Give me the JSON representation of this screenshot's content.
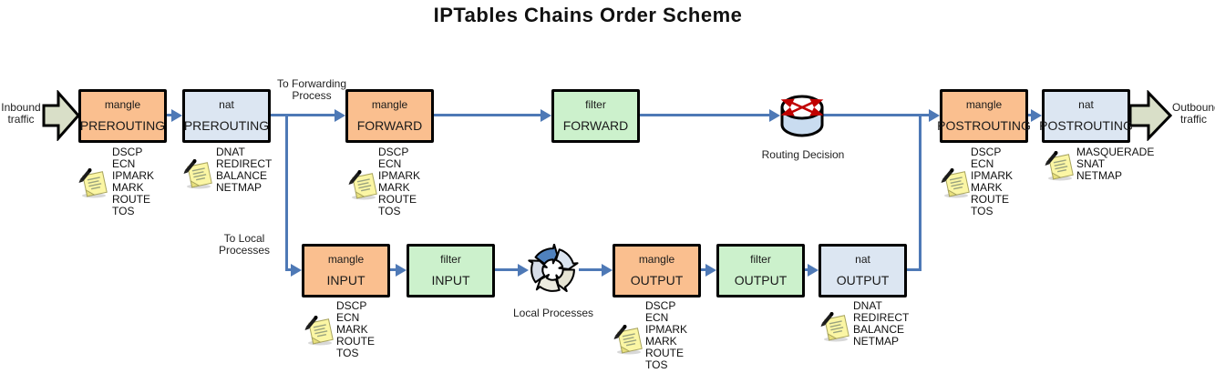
{
  "title": "IPTables Chains Order Scheme",
  "labels": {
    "inbound": "Inbound traffic",
    "outbound": "Outbound traffic",
    "to_forwarding": "To Forwarding Process",
    "to_local": "To Local Processes",
    "routing_decision": "Routing Decision",
    "local_processes": "Local Processes"
  },
  "colors": {
    "mangle_box": "#FABF8F",
    "nat_box": "#DCE6F2",
    "filter_box": "#CCF1CC",
    "flow_line": "#4E79B6",
    "traffic_arrow": "#D9DFC8",
    "note": "#FBF6A4",
    "router_side": "#C9DCF0",
    "router_arrows": "#C00000"
  },
  "chains": [
    {
      "table": "mangle",
      "chain": "PREROUTING",
      "targets": [
        "DSCP",
        "ECN",
        "IPMARK",
        "MARK",
        "ROUTE",
        "TOS"
      ]
    },
    {
      "table": "nat",
      "chain": "PREROUTING",
      "targets": [
        "DNAT",
        "REDIRECT",
        "BALANCE",
        "NETMAP"
      ]
    },
    {
      "table": "mangle",
      "chain": "FORWARD",
      "targets": [
        "DSCP",
        "ECN",
        "IPMARK",
        "MARK",
        "ROUTE",
        "TOS"
      ]
    },
    {
      "table": "filter",
      "chain": "FORWARD",
      "targets": []
    },
    {
      "table": "mangle",
      "chain": "POSTROUTING",
      "targets": [
        "DSCP",
        "ECN",
        "IPMARK",
        "MARK",
        "ROUTE",
        "TOS"
      ]
    },
    {
      "table": "nat",
      "chain": "POSTROUTING",
      "targets": [
        "MASQUERADE",
        "SNAT",
        "NETMAP"
      ]
    },
    {
      "table": "mangle",
      "chain": "INPUT",
      "targets": [
        "DSCP",
        "ECN",
        "MARK",
        "ROUTE",
        "TOS"
      ]
    },
    {
      "table": "filter",
      "chain": "INPUT",
      "targets": []
    },
    {
      "table": "mangle",
      "chain": "OUTPUT",
      "targets": [
        "DSCP",
        "ECN",
        "IPMARK",
        "MARK",
        "ROUTE",
        "TOS"
      ]
    },
    {
      "table": "filter",
      "chain": "OUTPUT",
      "targets": []
    },
    {
      "table": "nat",
      "chain": "OUTPUT",
      "targets": [
        "DNAT",
        "REDIRECT",
        "BALANCE",
        "NETMAP"
      ]
    }
  ]
}
